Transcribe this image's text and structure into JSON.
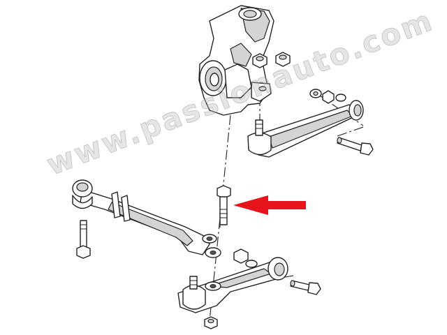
{
  "diagram": {
    "watermark_text": "www.passionauto.com",
    "colors": {
      "line": "#222222",
      "fill": "#ffffff",
      "shade": "#d4d4d4",
      "arrow": "#e8141c",
      "watermark": "#bebebe"
    },
    "parts": [
      {
        "id": "wheel-hub-carrier",
        "icon": "steering-knuckle-icon"
      },
      {
        "id": "hub-nut-1",
        "icon": "nut-icon"
      },
      {
        "id": "hub-nut-2",
        "icon": "nut-icon"
      },
      {
        "id": "upper-control-arm",
        "icon": "control-arm-icon"
      },
      {
        "id": "upper-arm-washers",
        "icon": "washer-icon"
      },
      {
        "id": "upper-arm-bolt",
        "icon": "bolt-icon"
      },
      {
        "id": "middle-link-arm",
        "icon": "link-arm-icon"
      },
      {
        "id": "left-bolt",
        "icon": "bolt-icon"
      },
      {
        "id": "highlighted-bolt",
        "icon": "bolt-icon"
      },
      {
        "id": "middle-washers",
        "icon": "washer-icon"
      },
      {
        "id": "lower-control-arm",
        "icon": "control-arm-icon"
      },
      {
        "id": "lower-nut-washer",
        "icon": "nut-icon"
      },
      {
        "id": "lower-arm-bolt",
        "icon": "bolt-icon"
      },
      {
        "id": "bottom-nut",
        "icon": "nut-icon"
      },
      {
        "id": "pointer-arrow",
        "icon": "red-arrow-icon"
      }
    ]
  }
}
